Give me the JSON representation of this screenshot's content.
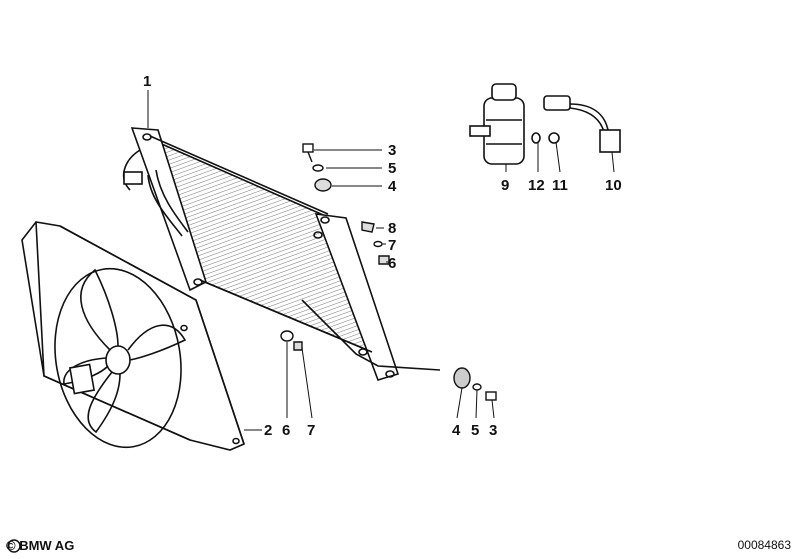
{
  "callouts": {
    "c1": "1",
    "c2": "2",
    "c3a": "3",
    "c5a": "5",
    "c4a": "4",
    "c8": "8",
    "c7a": "7",
    "c6a": "6",
    "c9": "9",
    "c12": "12",
    "c11": "11",
    "c10": "10",
    "c6b": "6",
    "c7b": "7",
    "c4b": "4",
    "c5b": "5",
    "c3b": "3"
  },
  "footer": {
    "copyright": "© BMW AG",
    "drawing_number": "00084863"
  }
}
